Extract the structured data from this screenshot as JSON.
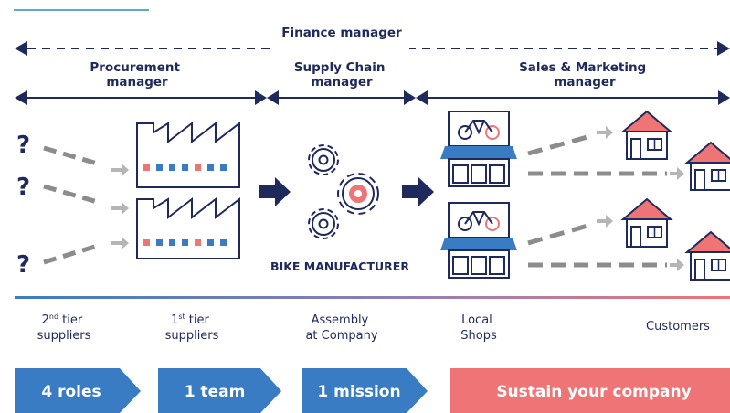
{
  "roles": {
    "finance": "Finance manager",
    "procurement": [
      "Procurement",
      "manager"
    ],
    "supply_chain": [
      "Supply Chain",
      "manager"
    ],
    "sales": [
      "Sales & Marketing",
      "manager"
    ]
  },
  "manufacturer_label": "BIKE MANUFACTURER",
  "question_mark": "?",
  "stages": [
    {
      "line1": "2",
      "sup": "nd",
      "line1_rest": " tier",
      "line2": "suppliers"
    },
    {
      "line1": "1",
      "sup": "st",
      "line1_rest": " tier",
      "line2": "suppliers"
    },
    {
      "line1": "Assembly",
      "line2": "at Company"
    },
    {
      "line1": "Local",
      "line2": "Shops"
    },
    {
      "line1": "Customers"
    }
  ],
  "banners": [
    {
      "label": "4 roles",
      "color": "#3a7cc3"
    },
    {
      "label": "1 team",
      "color": "#3a7cc3"
    },
    {
      "label": "1 mission",
      "color": "#3a7cc3"
    },
    {
      "label": "Sustain your company",
      "color": "#ef7475"
    }
  ],
  "colors": {
    "navy": "#1f2a5c",
    "blue": "#3a7cc3",
    "red": "#ef7475",
    "gray": "#8c8c8c",
    "light_gray": "#c8c8c8"
  }
}
